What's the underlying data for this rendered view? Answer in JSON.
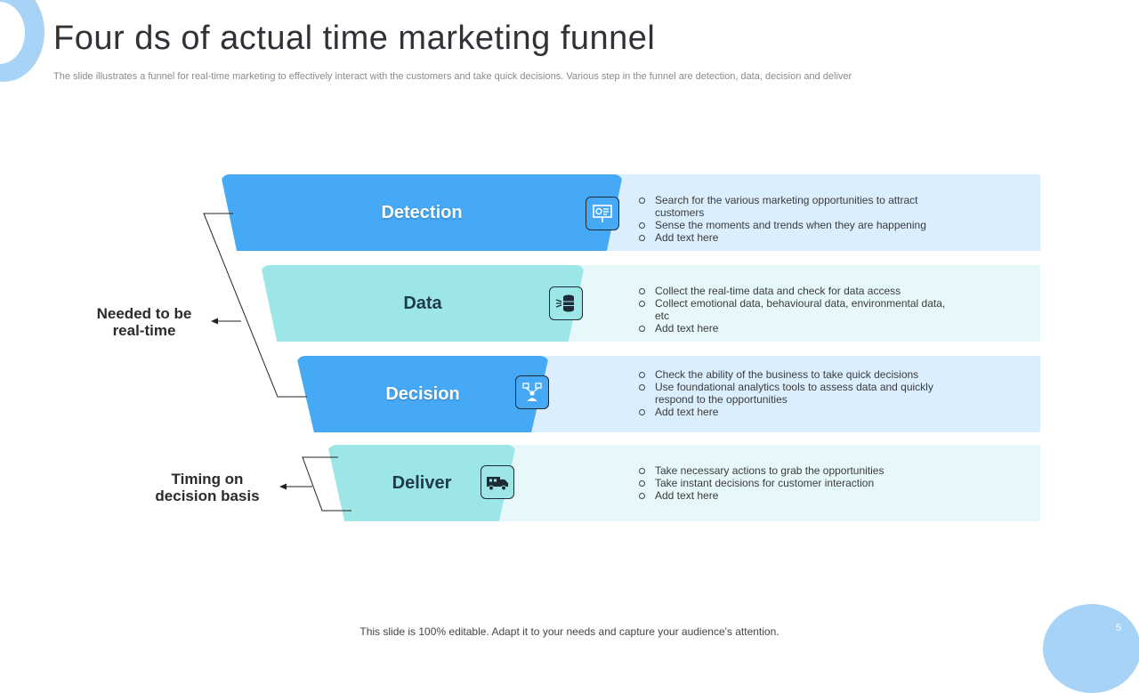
{
  "slide": {
    "title": "Four ds of actual time marketing funnel",
    "subtitle": "The slide illustrates a funnel for real-time marketing to effectively interact with the customers and take quick decisions. Various step in the funnel are detection, data, decision and deliver",
    "footer": "This slide is 100% editable. Adapt it to your needs and capture your audience's attention.",
    "page_number": "5"
  },
  "colors": {
    "blue": "#46a9f5",
    "teal": "#9ce6e8",
    "band_blue": "#dbeefd",
    "band_teal": "#e6f8f9",
    "accent_circle": "#a7d3f7"
  },
  "side_labels": {
    "realtime": [
      "Needed to be",
      "real-time"
    ],
    "timing": [
      "Timing on",
      "decision basis"
    ]
  },
  "stages": [
    {
      "label": "Detection",
      "icon": "billboard-icon",
      "bullets": [
        "Search for the various marketing opportunities to attract customers",
        "Sense the moments and trends when they are happening",
        "Add text here"
      ]
    },
    {
      "label": "Data",
      "icon": "database-icon",
      "bullets": [
        "Collect the real-time data and check for data access",
        "Collect emotional data, behavioural data, environmental data, etc",
        "Add text here"
      ]
    },
    {
      "label": "Decision",
      "icon": "decision-person-icon",
      "bullets": [
        "Check the ability of the business to take quick decisions",
        "Use foundational analytics tools to assess data and quickly respond to the opportunities",
        "Add text here"
      ]
    },
    {
      "label": "Deliver",
      "icon": "delivery-truck-icon",
      "bullets": [
        "Take necessary actions to grab the opportunities",
        "Take instant decisions for customer interaction",
        "Add text here"
      ]
    }
  ]
}
